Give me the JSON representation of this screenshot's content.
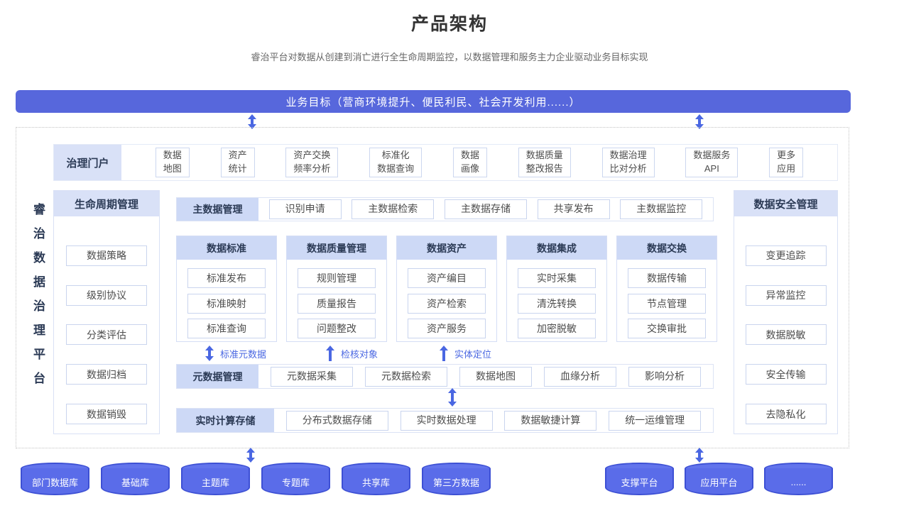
{
  "page": {
    "title": "产品架构",
    "subtitle": "睿治平台对数据从创建到消亡进行全生命周期监控，以数据管理和服务主力企业驱动业务目标实现"
  },
  "banner": {
    "label": "业务目标（营商环境提升、便民利民、社会开发利用......）"
  },
  "platform": {
    "vertical_label": "睿治数据治理平台"
  },
  "portal": {
    "header": "治理门户",
    "items": [
      "数据\n地图",
      "资产\n统计",
      "资产交换\n频率分析",
      "标准化\n数据查询",
      "数据\n画像",
      "数据质量\n整改报告",
      "数据治理\n比对分析",
      "数据服务\nAPI",
      "更多\n应用"
    ]
  },
  "lifecycle": {
    "header": "生命周期管理",
    "items": [
      "数据策略",
      "级别协议",
      "分类评估",
      "数据归档",
      "数据销毁"
    ]
  },
  "master_data": {
    "header": "主数据管理",
    "items": [
      "识别申请",
      "主数据检索",
      "主数据存储",
      "共享发布",
      "主数据监控"
    ]
  },
  "columns": [
    {
      "header": "数据标准",
      "items": [
        "标准发布",
        "标准映射",
        "标准查询"
      ]
    },
    {
      "header": "数据质量管理",
      "items": [
        "规则管理",
        "质量报告",
        "问题整改"
      ]
    },
    {
      "header": "数据资产",
      "items": [
        "资产编目",
        "资产检索",
        "资产服务"
      ]
    },
    {
      "header": "数据集成",
      "items": [
        "实时采集",
        "清洗转换",
        "加密脱敏"
      ]
    },
    {
      "header": "数据交换",
      "items": [
        "数据传输",
        "节点管理",
        "交换审批"
      ]
    }
  ],
  "flow_labels": [
    {
      "label": "标准元数据"
    },
    {
      "label": "检核对象"
    },
    {
      "label": "实体定位"
    }
  ],
  "metadata": {
    "header": "元数据管理",
    "items": [
      "元数据采集",
      "元数据检索",
      "数据地图",
      "血缘分析",
      "影响分析"
    ]
  },
  "realtime": {
    "header": "实时计算存储",
    "items": [
      "分布式数据存储",
      "实时数据处理",
      "数据敏捷计算",
      "统一运维管理"
    ]
  },
  "security": {
    "header": "数据安全管理",
    "items": [
      "变更追踪",
      "异常监控",
      "数据脱敏",
      "安全传输",
      "去隐私化"
    ]
  },
  "databases": {
    "left": [
      "部门数据库",
      "基础库",
      "主题库",
      "专题库",
      "共享库",
      "第三方数据"
    ],
    "right": [
      "支撑平台",
      "应用平台",
      "......"
    ]
  },
  "colors": {
    "banner_bg": "#5767DC",
    "panel_header_bg": "#D9E1F7",
    "row_header_bg": "#CDD9F6",
    "header_text": "#2B3A55",
    "box_border": "#C9D4EE",
    "box_text": "#4D4D4D",
    "arrow_blue": "#4A67E2",
    "cylinder_fill": "#5A6CE9",
    "cylinder_border": "#3D50D4"
  }
}
